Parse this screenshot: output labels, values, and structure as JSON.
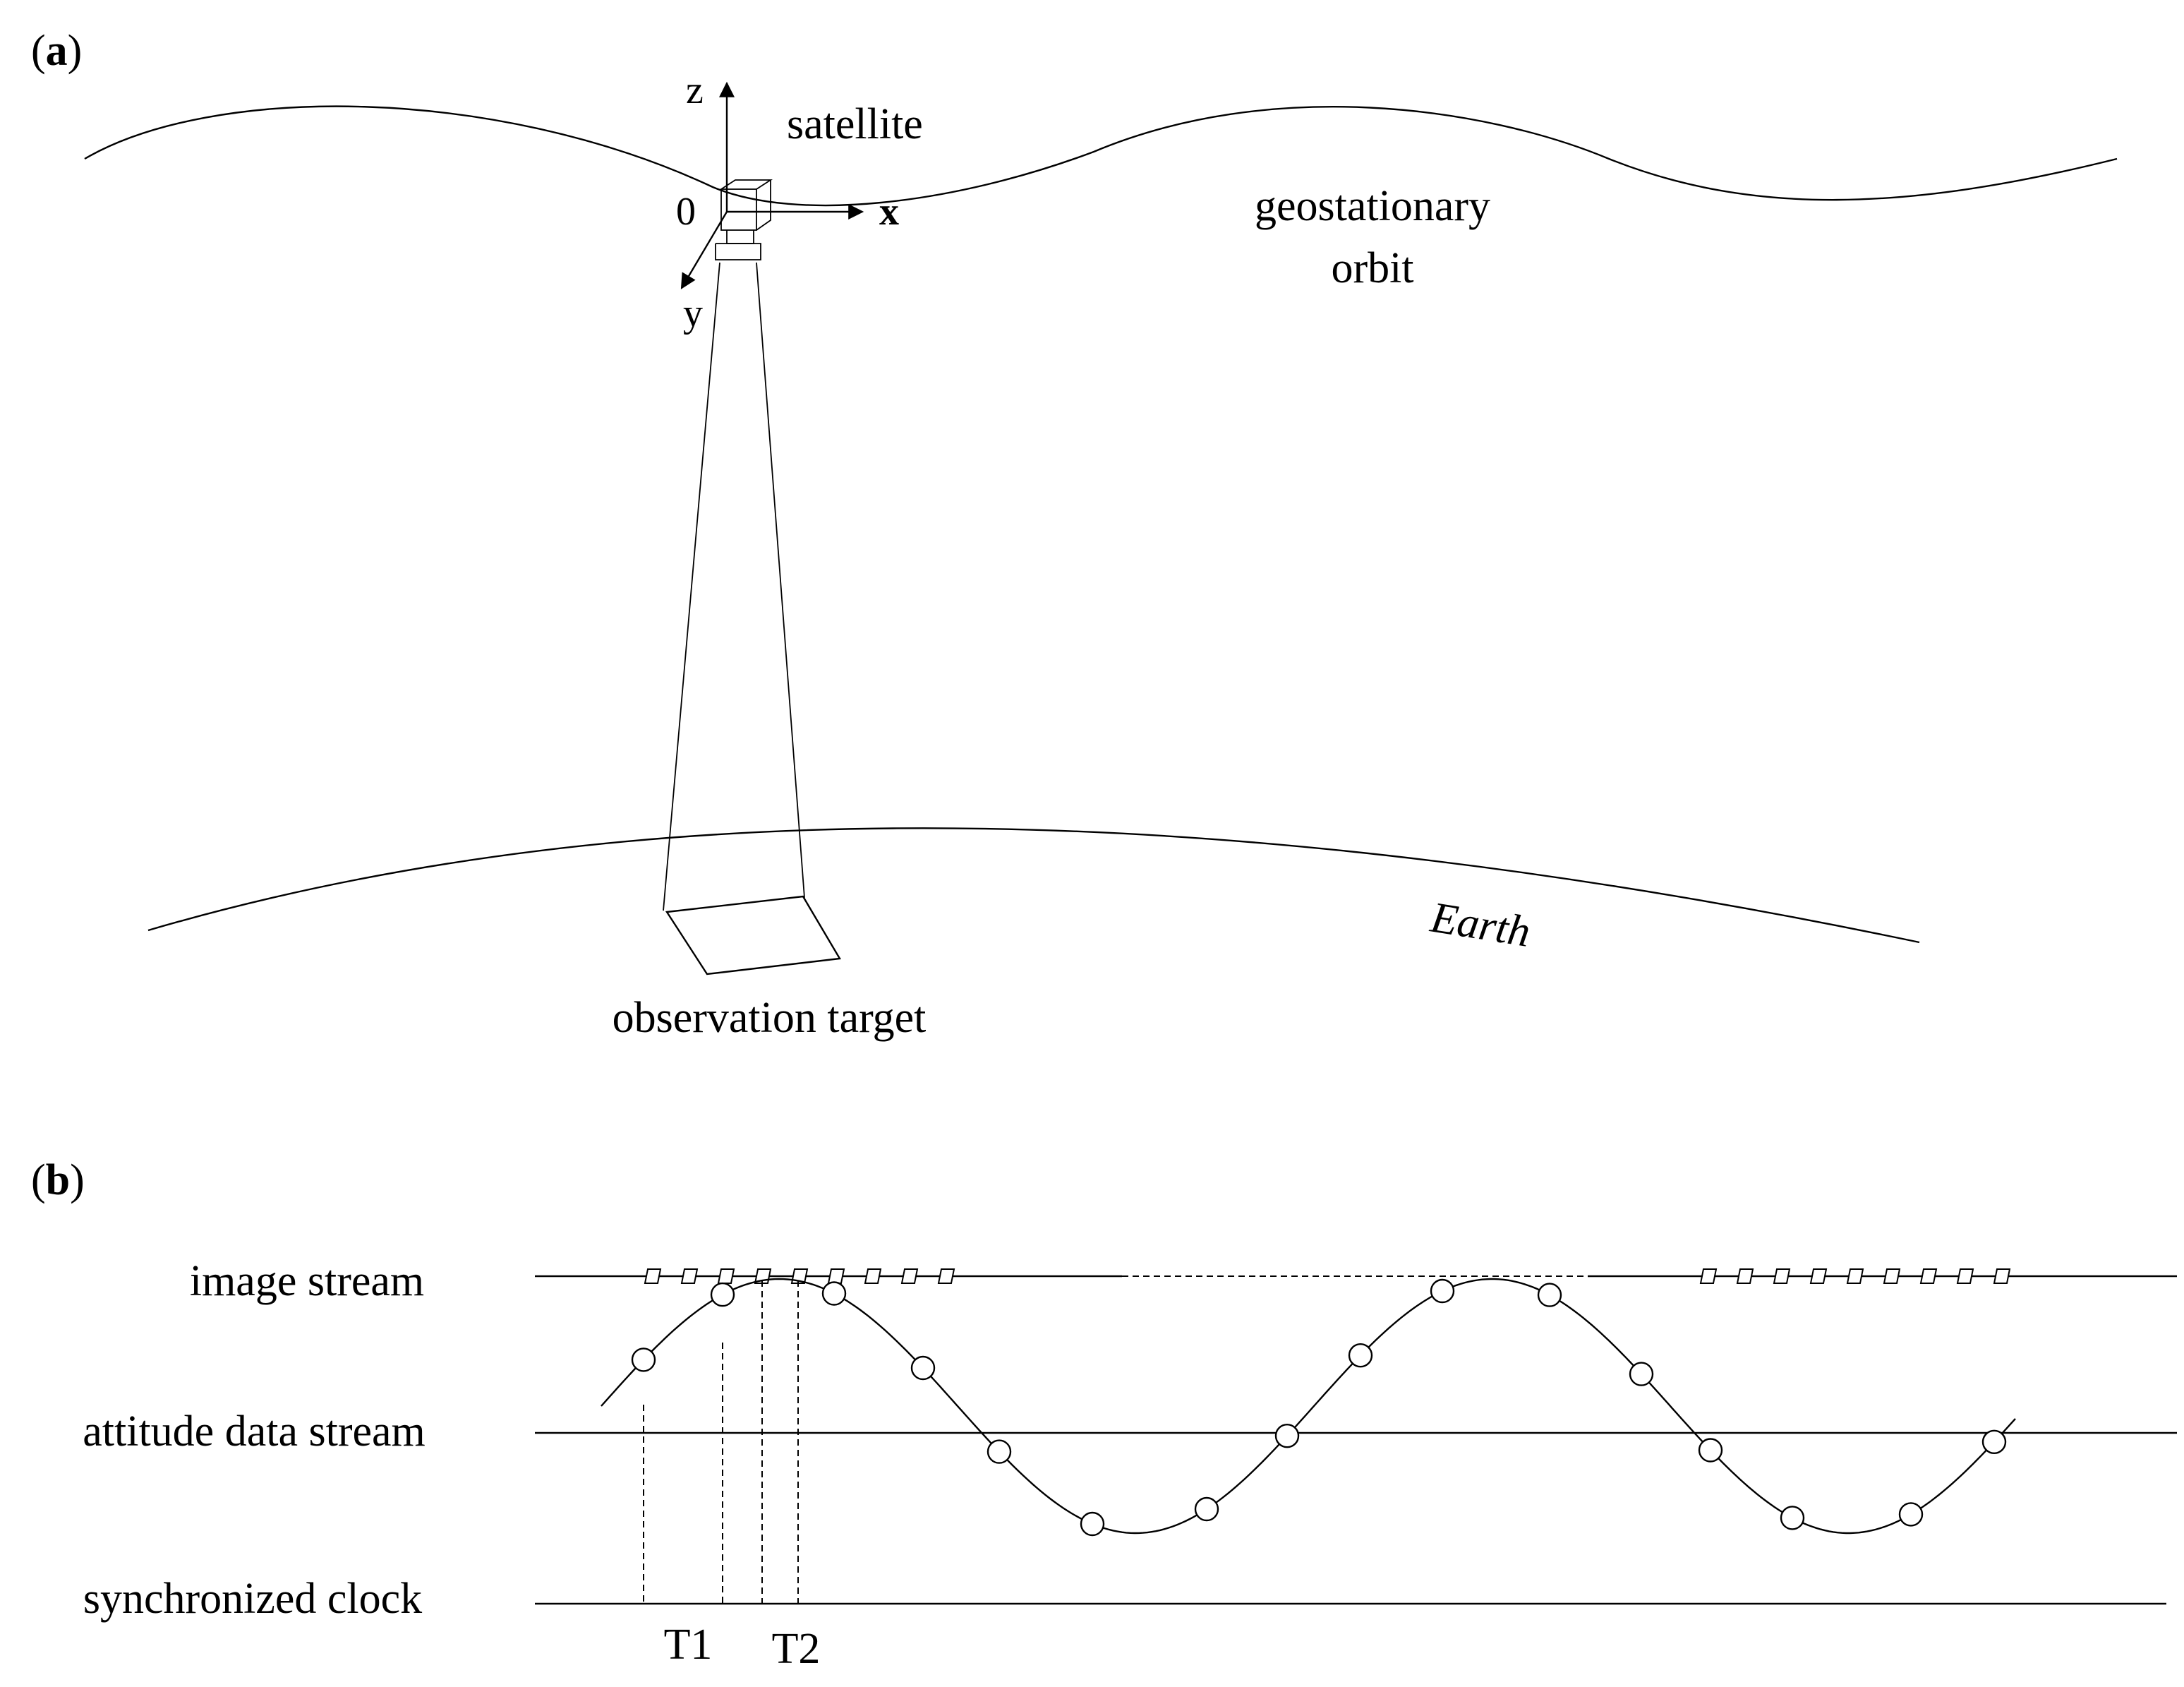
{
  "panel_a": {
    "label_open": "(",
    "label_letter": "a",
    "label_close": ")",
    "axes": {
      "z": "z",
      "x": "x",
      "y": "y",
      "origin": "0"
    },
    "satellite": "satellite",
    "orbit_line1": "geostationary",
    "orbit_line2": "orbit",
    "earth": "Earth",
    "target": "observation target"
  },
  "panel_b": {
    "label_open": "(",
    "label_letter": "b",
    "label_close": ")",
    "streams": {
      "image": "image stream",
      "attitude": "attitude data stream",
      "clock": "synchronized clock"
    },
    "marks": {
      "t1": "T1",
      "t2": "T2"
    }
  }
}
